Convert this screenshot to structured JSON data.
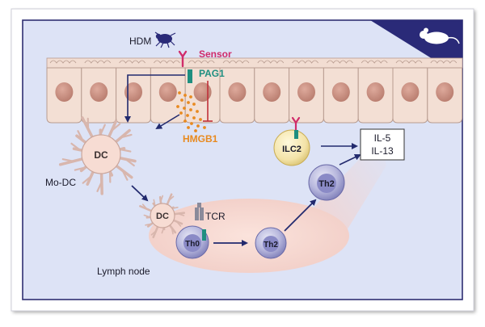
{
  "labels": {
    "hdm": "HDM",
    "sensor": "Sensor",
    "pag1": "PAG1",
    "hmgb1": "HMGB1",
    "dc_main": "DC",
    "mo_dc": "Mo-DC",
    "dc_small": "DC",
    "tcr": "TCR",
    "th0": "Th0",
    "th2_lymph": "Th2",
    "th2_tissue": "Th2",
    "ilc2": "ILC2",
    "cytokine_1": "IL-5",
    "cytokine_2": "IL-13",
    "lymph_node": "Lymph node"
  },
  "icons": {
    "corner_badge": "mouse-icon",
    "hdm": "dust-mite-icon",
    "sensor": "y-shaped-receptor-icon"
  },
  "colors": {
    "panel_background": "#dde3f6",
    "panel_border": "#2f2f72",
    "epithelium_fill": "#f3dfd4",
    "nucleus": "#c88e80",
    "arrow": "#222a6e",
    "sensor": "#d02c6a",
    "pag1": "#1f8f80",
    "hmgb1": "#e88a20",
    "inhibit": "#c0303a",
    "dc_fill": "#f7dcd3",
    "t_cell": "#a9a9d4",
    "ilc2": "#f3e3a8",
    "lymph_node": "#f4d2cc"
  }
}
